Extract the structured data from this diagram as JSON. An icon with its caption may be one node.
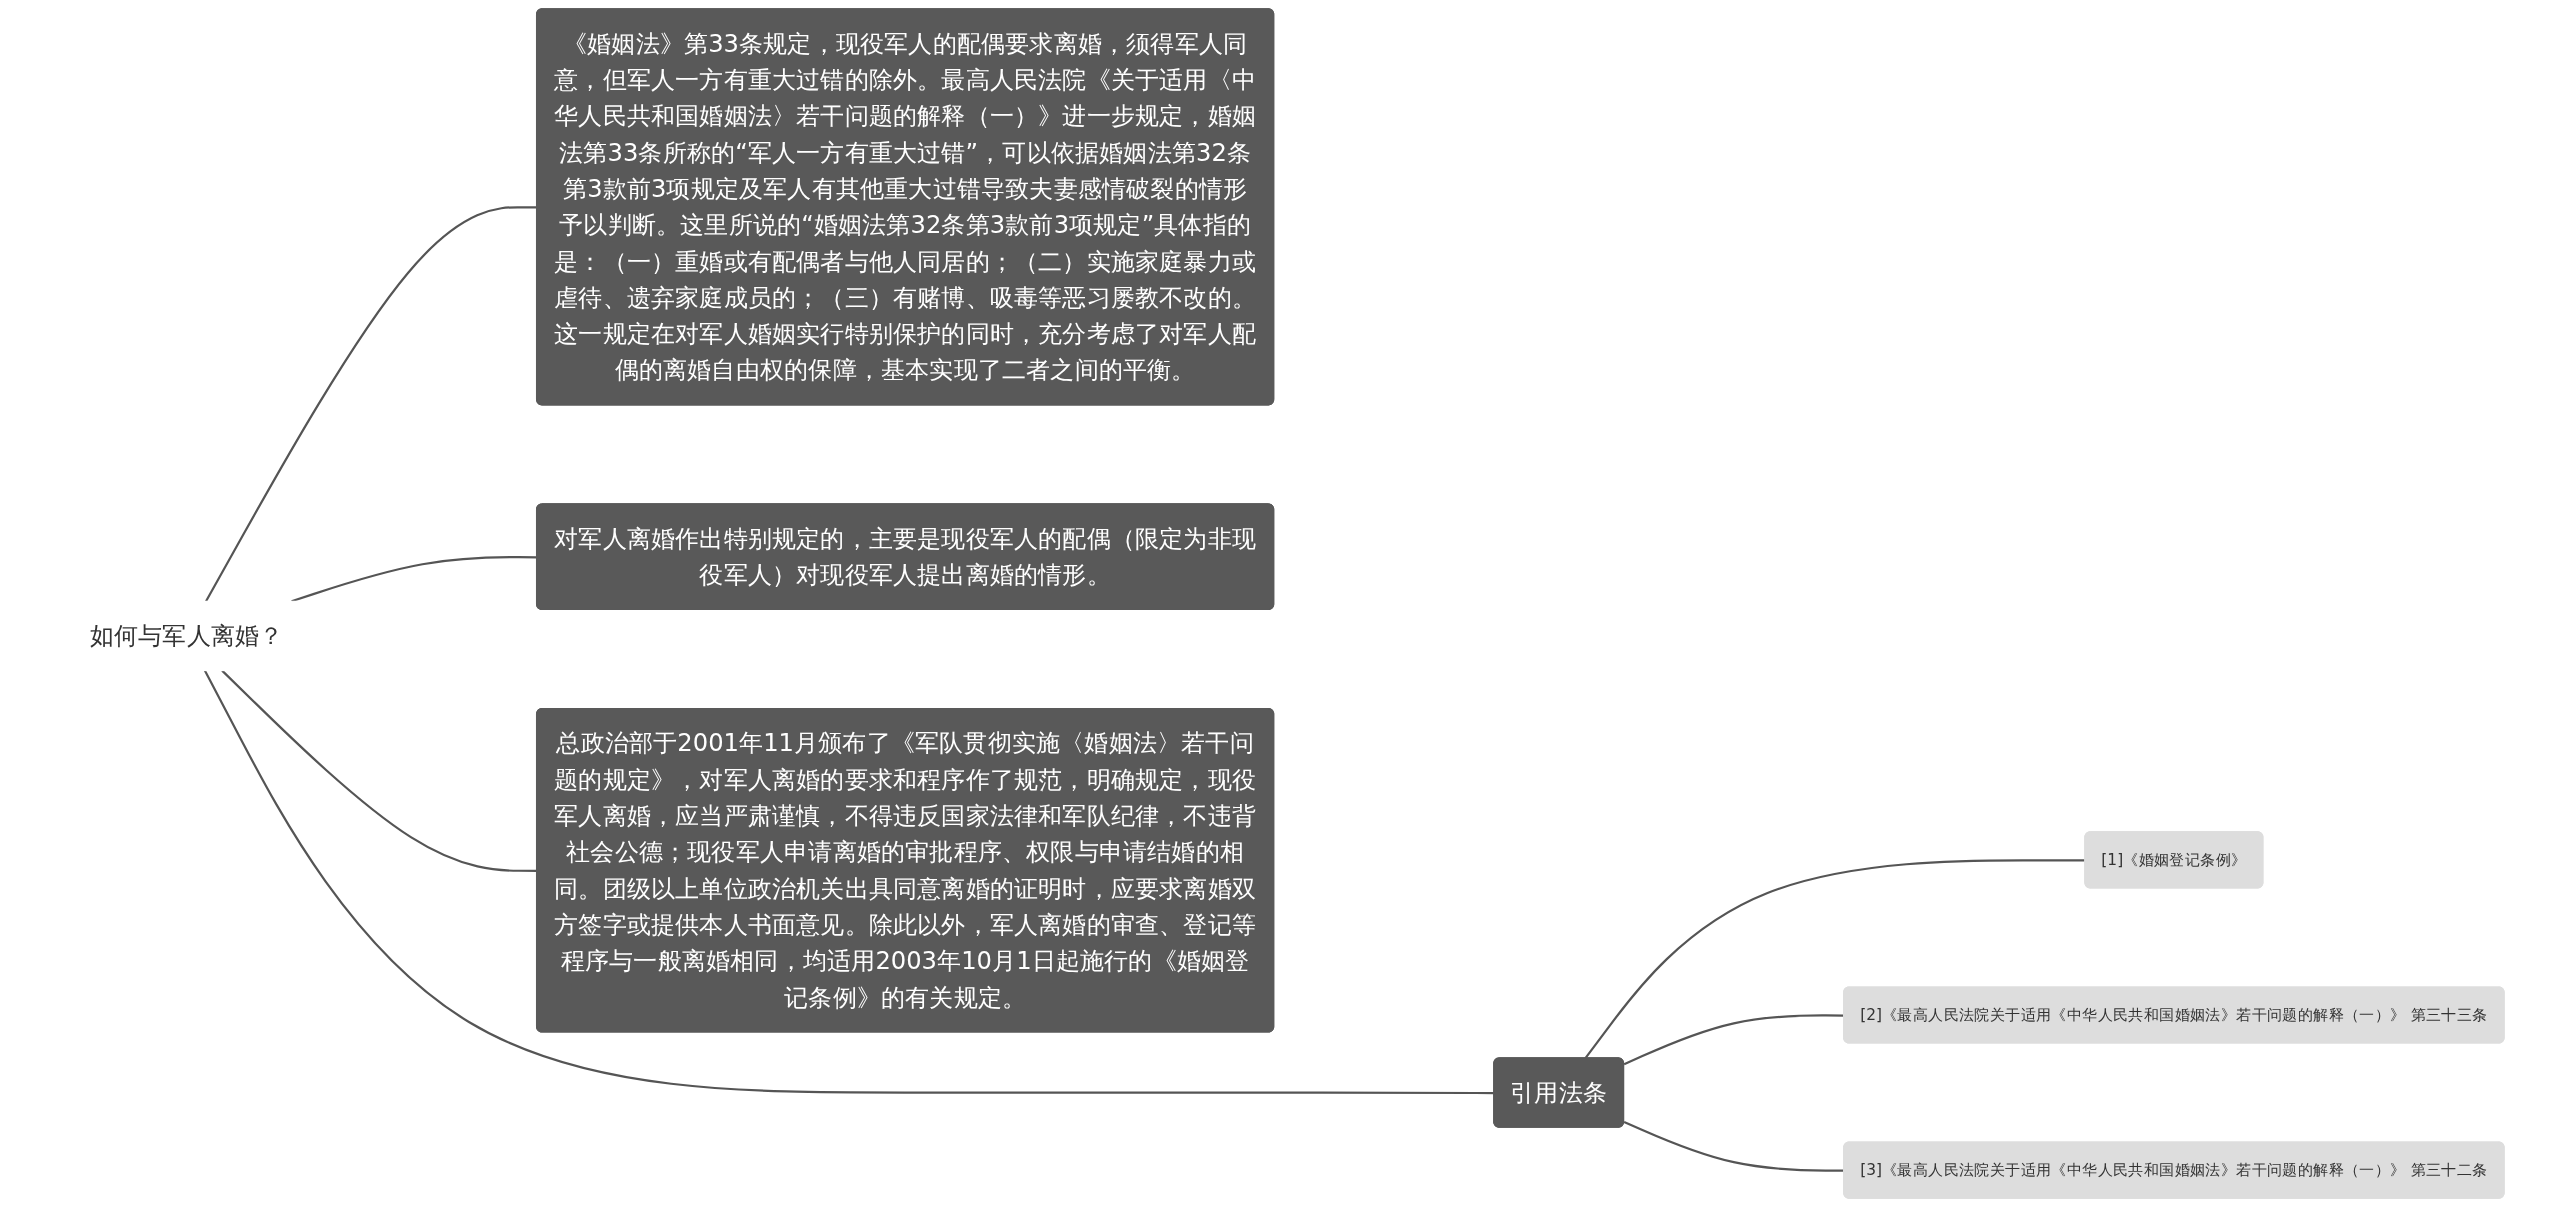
{
  "diagram": {
    "nodes": [
      {
        "text": [
          "如何与军人离婚？"
        ]
      },
      {
        "text": [
          "《婚姻法》第33条规定，现役军人的配偶要求离婚，须得军人同意，但军人一方有重大过错的除外。最高人民法院《关于适用〈中华人民共和国婚姻法〉若干问题的解释（一）》进一步规定，婚姻法第33条所称的“军人一方有重大过错”，可以依据婚姻法第32条第3款前3项规定及军人有其他重大过错导致夫妻感情破裂的情形予以判断。这里所说的“婚姻法第32条第3款前3项规定”具体指的是：（一）重婚或有配偶者与他人同居的；（二）实施家庭暴力或虐待、遗弃家庭成员的；（三）有赌博、吸毒等恶习屡教不改的。这一规定在对军人婚姻实行特别保护的同时，充分考虑了对军人配偶的离婚自由权的保障，基本实现了二者之间的平衡。"
        ]
      },
      {
        "text": [
          "对军人离婚作出特别规定的，主要是现役军人的配偶（限定为非现役军人）对现役军人提出离婚的情形。"
        ]
      },
      {
        "text": [
          "总政治部于2001年11月颁布了《军队贯彻实施〈婚姻法〉若干问题的规定》，对军人离婚的要求和程序作了规范，明确规定，现役军人离婚，应当严肃谨慎，不得违反国家法律和军队纪律，不违背社会公德；现役军人申请离婚的审批程序、权限与申请结婚的相同。团级以上单位政治机关出具同意离婚的证明时，应要求离婚双方签字或提供本人书面意见。除此以外，军人离婚的审查、登记等程序与一般离婚相同，均适用2003年10月1日起施行的《婚姻登记条例》的有关规定。"
        ]
      },
      {
        "text": [
          "引用法条"
        ]
      },
      {
        "text": [
          "[1]《婚姻登记条例》"
        ]
      },
      {
        "text": [
          "[2]《最高人民法院关于适用《中华人民共和国婚姻法》若干问题的解释（一）》 第三十三条"
        ]
      },
      {
        "text": [
          "[3]《最高人民法院关于适用《中华人民共和国婚姻法》若干问题的解释（一）》 第三十二条"
        ]
      }
    ],
    "edges": [
      {
        "from": 0,
        "to": 1,
        "arrow": "none"
      },
      {
        "from": 0,
        "to": 2,
        "arrow": "none"
      },
      {
        "from": 0,
        "to": 3,
        "arrow": "none"
      },
      {
        "from": 0,
        "to": 4,
        "arrow": "none"
      },
      {
        "from": 4,
        "to": 5,
        "arrow": "none"
      },
      {
        "from": 4,
        "to": 6,
        "arrow": "none"
      },
      {
        "from": 4,
        "to": 7,
        "arrow": "none"
      }
    ]
  }
}
